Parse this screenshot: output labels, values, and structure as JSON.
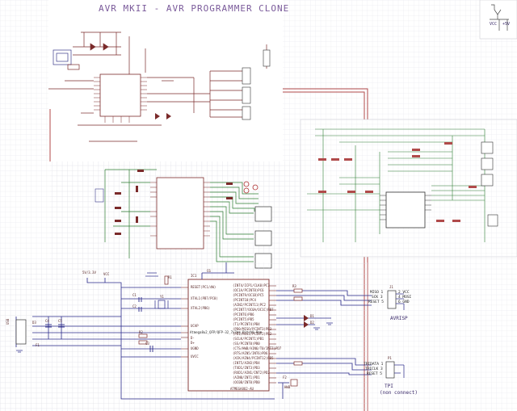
{
  "title": "AVR MKII - AVR PROGRAMMER CLONE",
  "power_symbol": {
    "left": "VCC",
    "right": "+5V"
  },
  "bottom_sheet": {
    "supply_labels": [
      "5V/3.3V",
      "VCC"
    ],
    "ic_ref": "IC1",
    "ic_part": "ATMEGA8U2-AU",
    "ic_label": "Atmega8u2_QFP/QFP-32_7x7mm_Pitch0.8mm",
    "left_pins": [
      "RESET(PC1/dW)",
      "XTAL1(PB7/PC0)",
      "XTAL2(PB6)",
      "UCAP",
      "D-",
      "D+",
      "UGND",
      "UVCC"
    ],
    "right_pins": [
      "(INT4/ICP1/CLK0)PC7",
      "(OC1A/PCINT8)PC6",
      "(PCINT9/OC1B)PC5",
      "(PCINT10)PC4",
      "(AIN2/PCINT11)PC2",
      "(PCINT7/OC0A/OC1C)PB7",
      "(PCINT6)PB6",
      "(PCINT5)PB5",
      "(T1/PCINT4)PB4",
      "(PD0/MISO/PCINT3)PB3",
      "(PDI/MOSI/PCINT2)PB2",
      "(SCLK/PCINT1)PB1",
      "(SS/PCINT0)PB0",
      "(CTS/HWB/AIN6/T0/INT7)PD7",
      "(RTS/AIN5/INT6)PD6",
      "(XCK/AIN4/PCINT12)PD5",
      "(INT5/AIN3)PD4",
      "(TXD1/INT3)PD3",
      "(RXD1/AIN1/INT2)PD2",
      "(AIN0/INT1)PD1",
      "(OC0B/INT0)PD0"
    ],
    "isp_header": {
      "ref": "J1",
      "pins": [
        "MISO 1",
        "2 VCC",
        "SCK 3",
        "4 MOSI",
        "RESET 5",
        "6 GND"
      ],
      "label": "AVRISP"
    },
    "tpi_header": {
      "ref": "P1",
      "pins": [
        "TPIDATA 1",
        "TPICLK 3",
        "RESET 5"
      ],
      "label": "TPI",
      "sublabel": "(non connect)"
    },
    "usb_label": "USB",
    "hwb_label": "HWB",
    "components": [
      "R1",
      "R2",
      "R3",
      "C1",
      "C2",
      "C3",
      "C4",
      "C5",
      "C6",
      "Y1",
      "D1",
      "D2",
      "D3",
      "F1",
      "F2"
    ]
  }
}
